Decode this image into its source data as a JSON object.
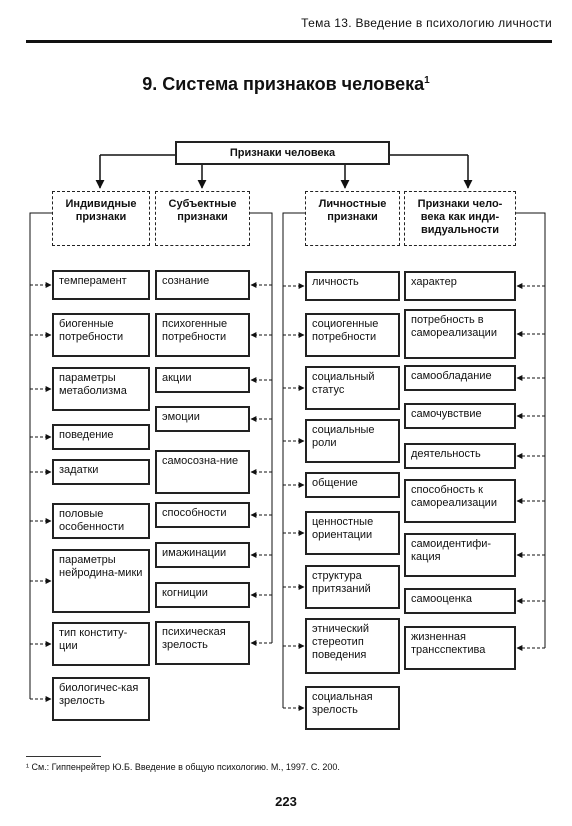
{
  "header": {
    "text": "Тема 13. Введение в психологию личности"
  },
  "title": {
    "text": "9. Система признаков человека",
    "footnote_mark": "1"
  },
  "root": {
    "label": "Признаки человека"
  },
  "columns": [
    {
      "header": "Индивидные признаки",
      "items": [
        "темперамент",
        "биогенные потребности",
        "параметры метаболизма",
        "поведение",
        "задатки",
        "половые особенности",
        "параметры нейродина-мики",
        "тип конститу-ции",
        "биологичес-кая зрелость"
      ]
    },
    {
      "header": "Субъектные признаки",
      "items": [
        "сознание",
        "психогенные потребности",
        "акции",
        "эмоции",
        "самосозна-ние",
        "способности",
        "имажинации",
        "когниции",
        "психическая зрелость"
      ]
    },
    {
      "header": "Личностные признаки",
      "items": [
        "личность",
        "социогенные потребности",
        "социальный статус",
        "социальные роли",
        "общение",
        "ценностные ориентации",
        "структура притязаний",
        "этнический стереотип поведения",
        "социальная зрелость"
      ]
    },
    {
      "header": "Признаки чело-века как инди-видуальности",
      "items": [
        "характер",
        "потребность в самореализации",
        "самообладание",
        "самочувствие",
        "деятельность",
        "способность к самореализации",
        "самоидентифи-кация",
        "самооценка",
        "жизненная трансспектива"
      ]
    }
  ],
  "footnote": {
    "text": "¹ См.: Гиппенрейтер Ю.Б. Введение в общую психологию. М., 1997. С. 200."
  },
  "page_number": "223"
}
